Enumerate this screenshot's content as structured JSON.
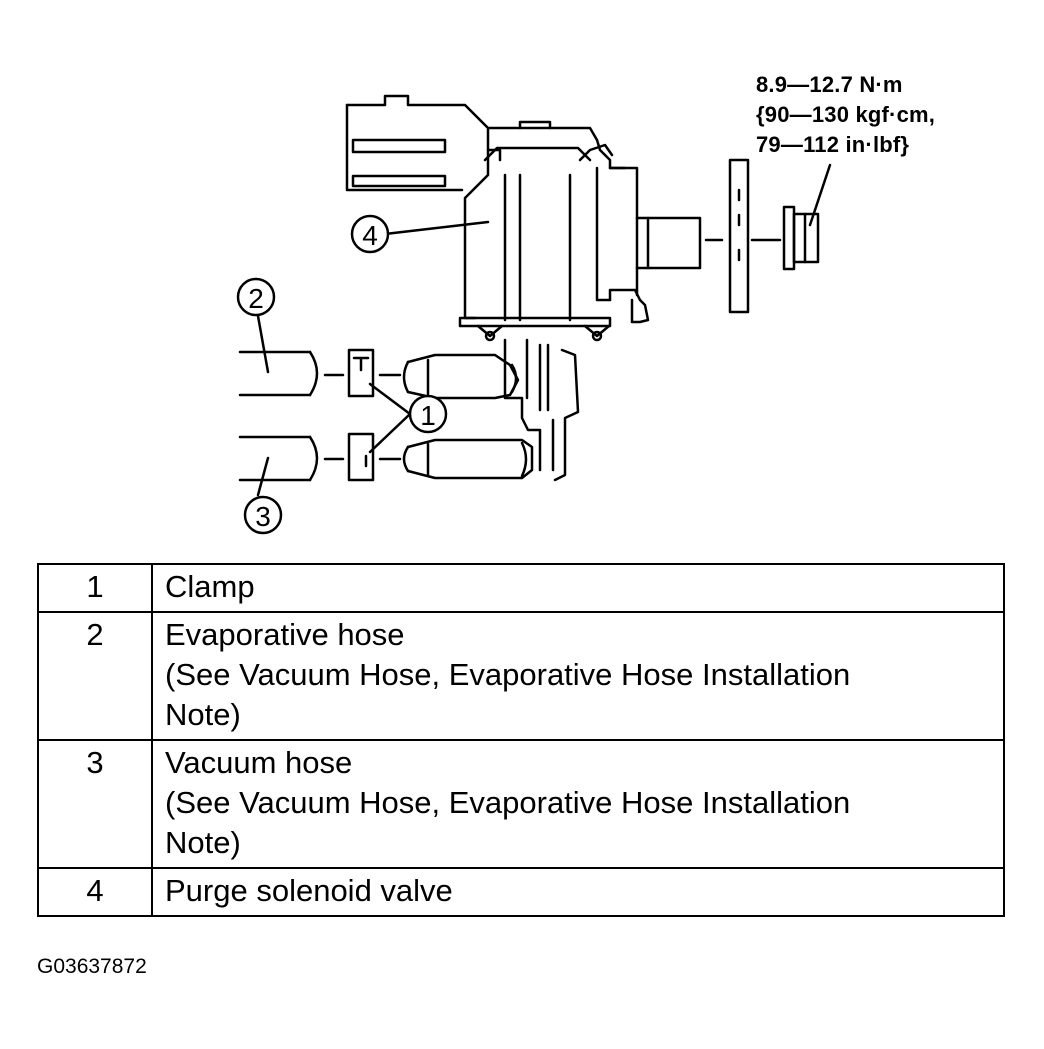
{
  "torque": {
    "line1": "8.9—12.7 N·m",
    "line2": "{90—130 kgf·cm,",
    "line3": "79—112 in·lbf}"
  },
  "callouts": [
    "1",
    "2",
    "3",
    "4"
  ],
  "legend": [
    {
      "num": "1",
      "lines": [
        "Clamp"
      ]
    },
    {
      "num": "2",
      "lines": [
        "Evaporative hose",
        "(See Vacuum Hose, Evaporative Hose Installation",
        "Note)"
      ]
    },
    {
      "num": "3",
      "lines": [
        "Vacuum hose",
        "(See Vacuum Hose, Evaporative Hose Installation",
        "Note)"
      ]
    },
    {
      "num": "4",
      "lines": [
        "Purge solenoid valve"
      ]
    }
  ],
  "figure_id": "G03637872"
}
